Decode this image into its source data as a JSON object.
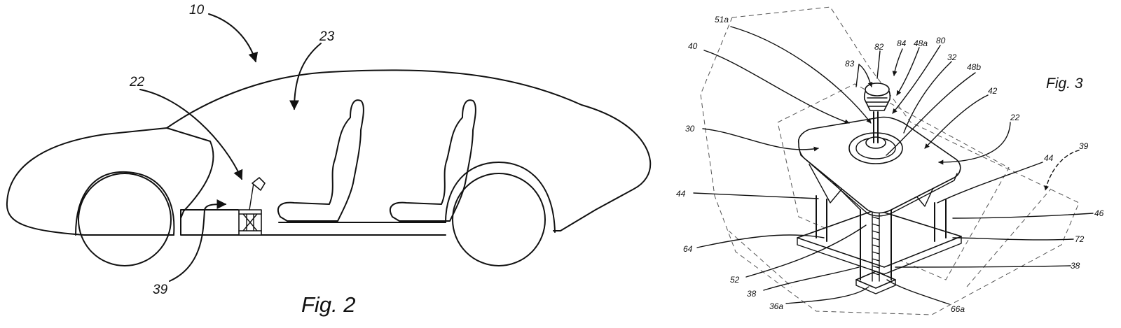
{
  "figures": [
    {
      "caption": "Fig. 2",
      "labels": [
        "10",
        "22",
        "23",
        "39"
      ]
    },
    {
      "caption": "Fig. 3",
      "labels": [
        "51a",
        "40",
        "30",
        "44",
        "64",
        "52",
        "38",
        "38",
        "36a",
        "66a",
        "82",
        "84",
        "48a",
        "80",
        "32",
        "48b",
        "83",
        "42",
        "22",
        "39",
        "44",
        "46",
        "72"
      ]
    }
  ]
}
